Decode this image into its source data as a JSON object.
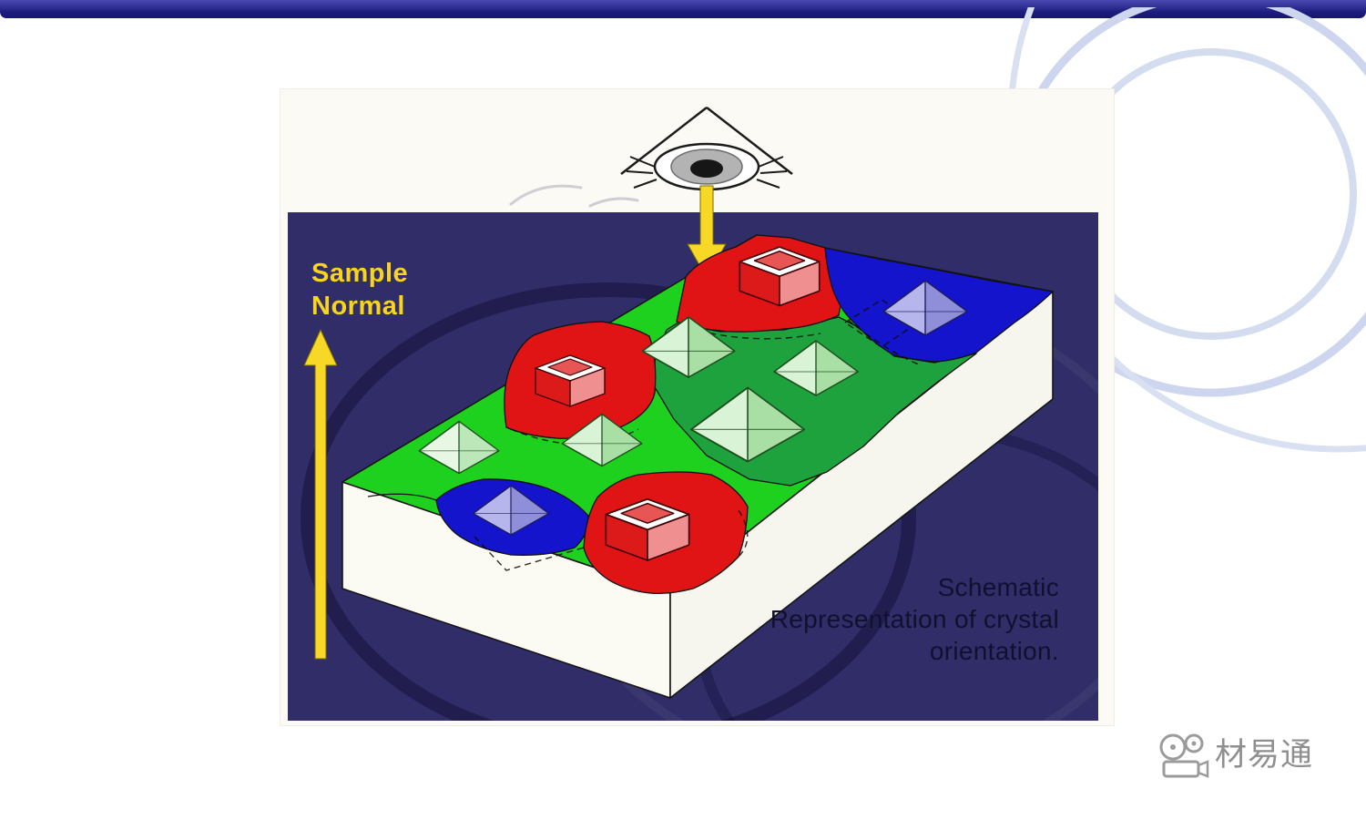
{
  "figure": {
    "sample_normal_line1": "Sample",
    "sample_normal_line2": "Normal",
    "caption_line1": "Schematic",
    "caption_line2": "Representation of crystal",
    "caption_line3": "orientation."
  },
  "watermark": {
    "text": "材易通"
  },
  "icons": {
    "eye_icon": "eye (viewing direction)",
    "down_arrow_icon": "↓",
    "up_arrow_icon": "↑",
    "watermark_logo_icon": "movie-camera"
  },
  "colors": {
    "header_bar": "#1d1d80",
    "panel_navy": "#302d68",
    "accent_yellow": "#f7d826",
    "grain_red": "#e01414",
    "grain_green_bright": "#1fd11f",
    "grain_green_dark": "#1da23e",
    "grain_blue": "#1414cc",
    "block_face_white": "#fcfbf3",
    "caption_text": "#10102f",
    "decoration_ring": "#cdd6ee",
    "watermark_gray": "#8f8f8f"
  }
}
